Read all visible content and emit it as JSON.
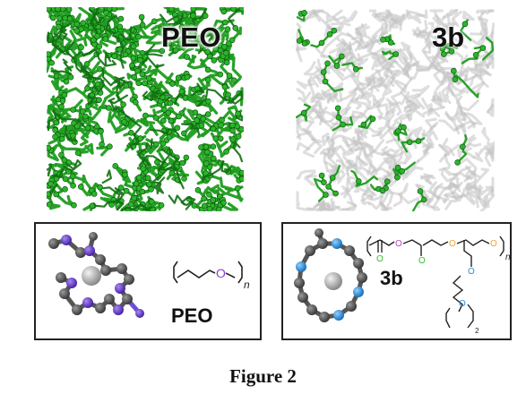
{
  "figure": {
    "caption": "Figure 2",
    "panels": {
      "left_simulation_label": "PEO",
      "right_simulation_label": "3b",
      "left_structure_label": "PEO",
      "right_structure_label": "3b",
      "peo_subscript": "n",
      "b3_subscript_n": "n",
      "b3_subscript_2": "2"
    },
    "colors": {
      "polymer_green": "#1c9a1c",
      "ghost_gray": "#bdbdbd",
      "purple_o": "#7a3fd1",
      "blue_o": "#2a8fd6",
      "orange_o": "#f0a030",
      "magenta_o": "#c040c0",
      "carbonyl_green": "#2fbf2f",
      "ion_gray": "#9a9a9a"
    }
  }
}
